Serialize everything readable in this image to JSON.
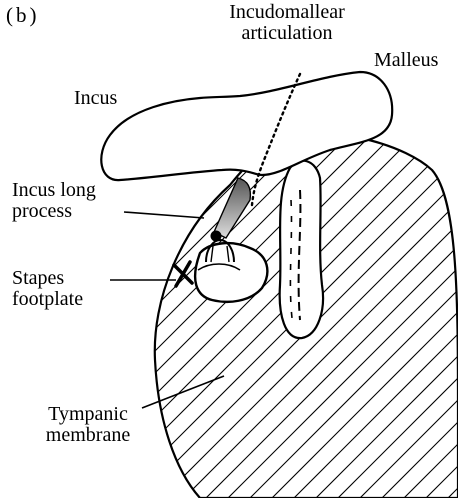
{
  "panel_label": "(b)",
  "labels": {
    "incudomallear_line1": "Incudomallear",
    "incudomallear_line2": "articulation",
    "malleus": "Malleus",
    "incus": "Incus",
    "incus_long_process_line1": "Incus long",
    "incus_long_process_line2": "process",
    "stapes_footplate_line1": "Stapes",
    "stapes_footplate_line2": "footplate",
    "tympanic_membrane_line1": "Tympanic",
    "tympanic_membrane_line2": "membrane"
  },
  "colors": {
    "ink": "#000000",
    "background": "#ffffff"
  }
}
